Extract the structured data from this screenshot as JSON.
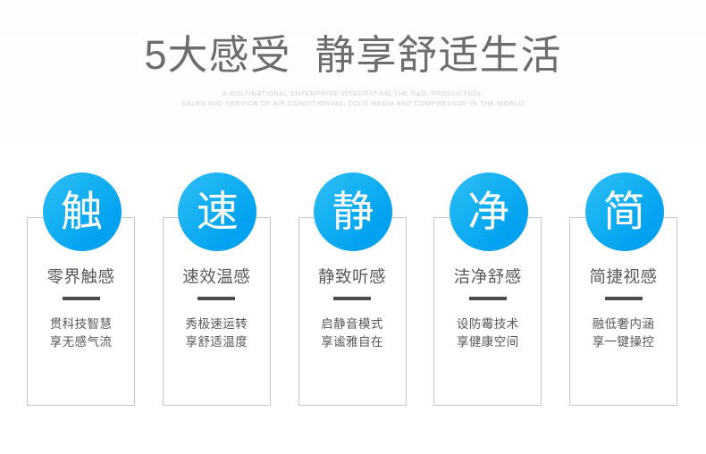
{
  "header": {
    "title": "5大感受  静享舒适生活",
    "subtitle_line1": "A MULTINATIONAL ENTERPRISE INTEGRATING THE R&D, PRODUCTION,",
    "subtitle_line2": "SALES AND SERVICE OF AIR CONDITIONING, COLD MEDIA AND COMPRESSOR IN THE WORLD"
  },
  "colors": {
    "circle_light": "#31bdf4",
    "circle_dark": "#00a0ef",
    "title_gray": "#6d6d6d",
    "heading_gray": "#5a5a5a",
    "body_gray": "#575757",
    "border_gray": "#c6c6c6",
    "divider_dark": "#4d4d4d",
    "subtitle_gray": "#d0d0d0",
    "background": "#ffffff"
  },
  "cards": [
    {
      "badge": "触",
      "heading": "零界触感",
      "desc_line1": "贯科技智慧",
      "desc_line2": "享无感气流"
    },
    {
      "badge": "速",
      "heading": "速效温感",
      "desc_line1": "秀极速运转",
      "desc_line2": "享舒适温度"
    },
    {
      "badge": "静",
      "heading": "静致听感",
      "desc_line1": "启静音模式",
      "desc_line2": "享谧雅自在"
    },
    {
      "badge": "净",
      "heading": "洁净舒感",
      "desc_line1": "设防霉技术",
      "desc_line2": "享健康空间"
    },
    {
      "badge": "简",
      "heading": "简捷视感",
      "desc_line1": "融低奢内涵",
      "desc_line2": "享一键操控"
    }
  ]
}
